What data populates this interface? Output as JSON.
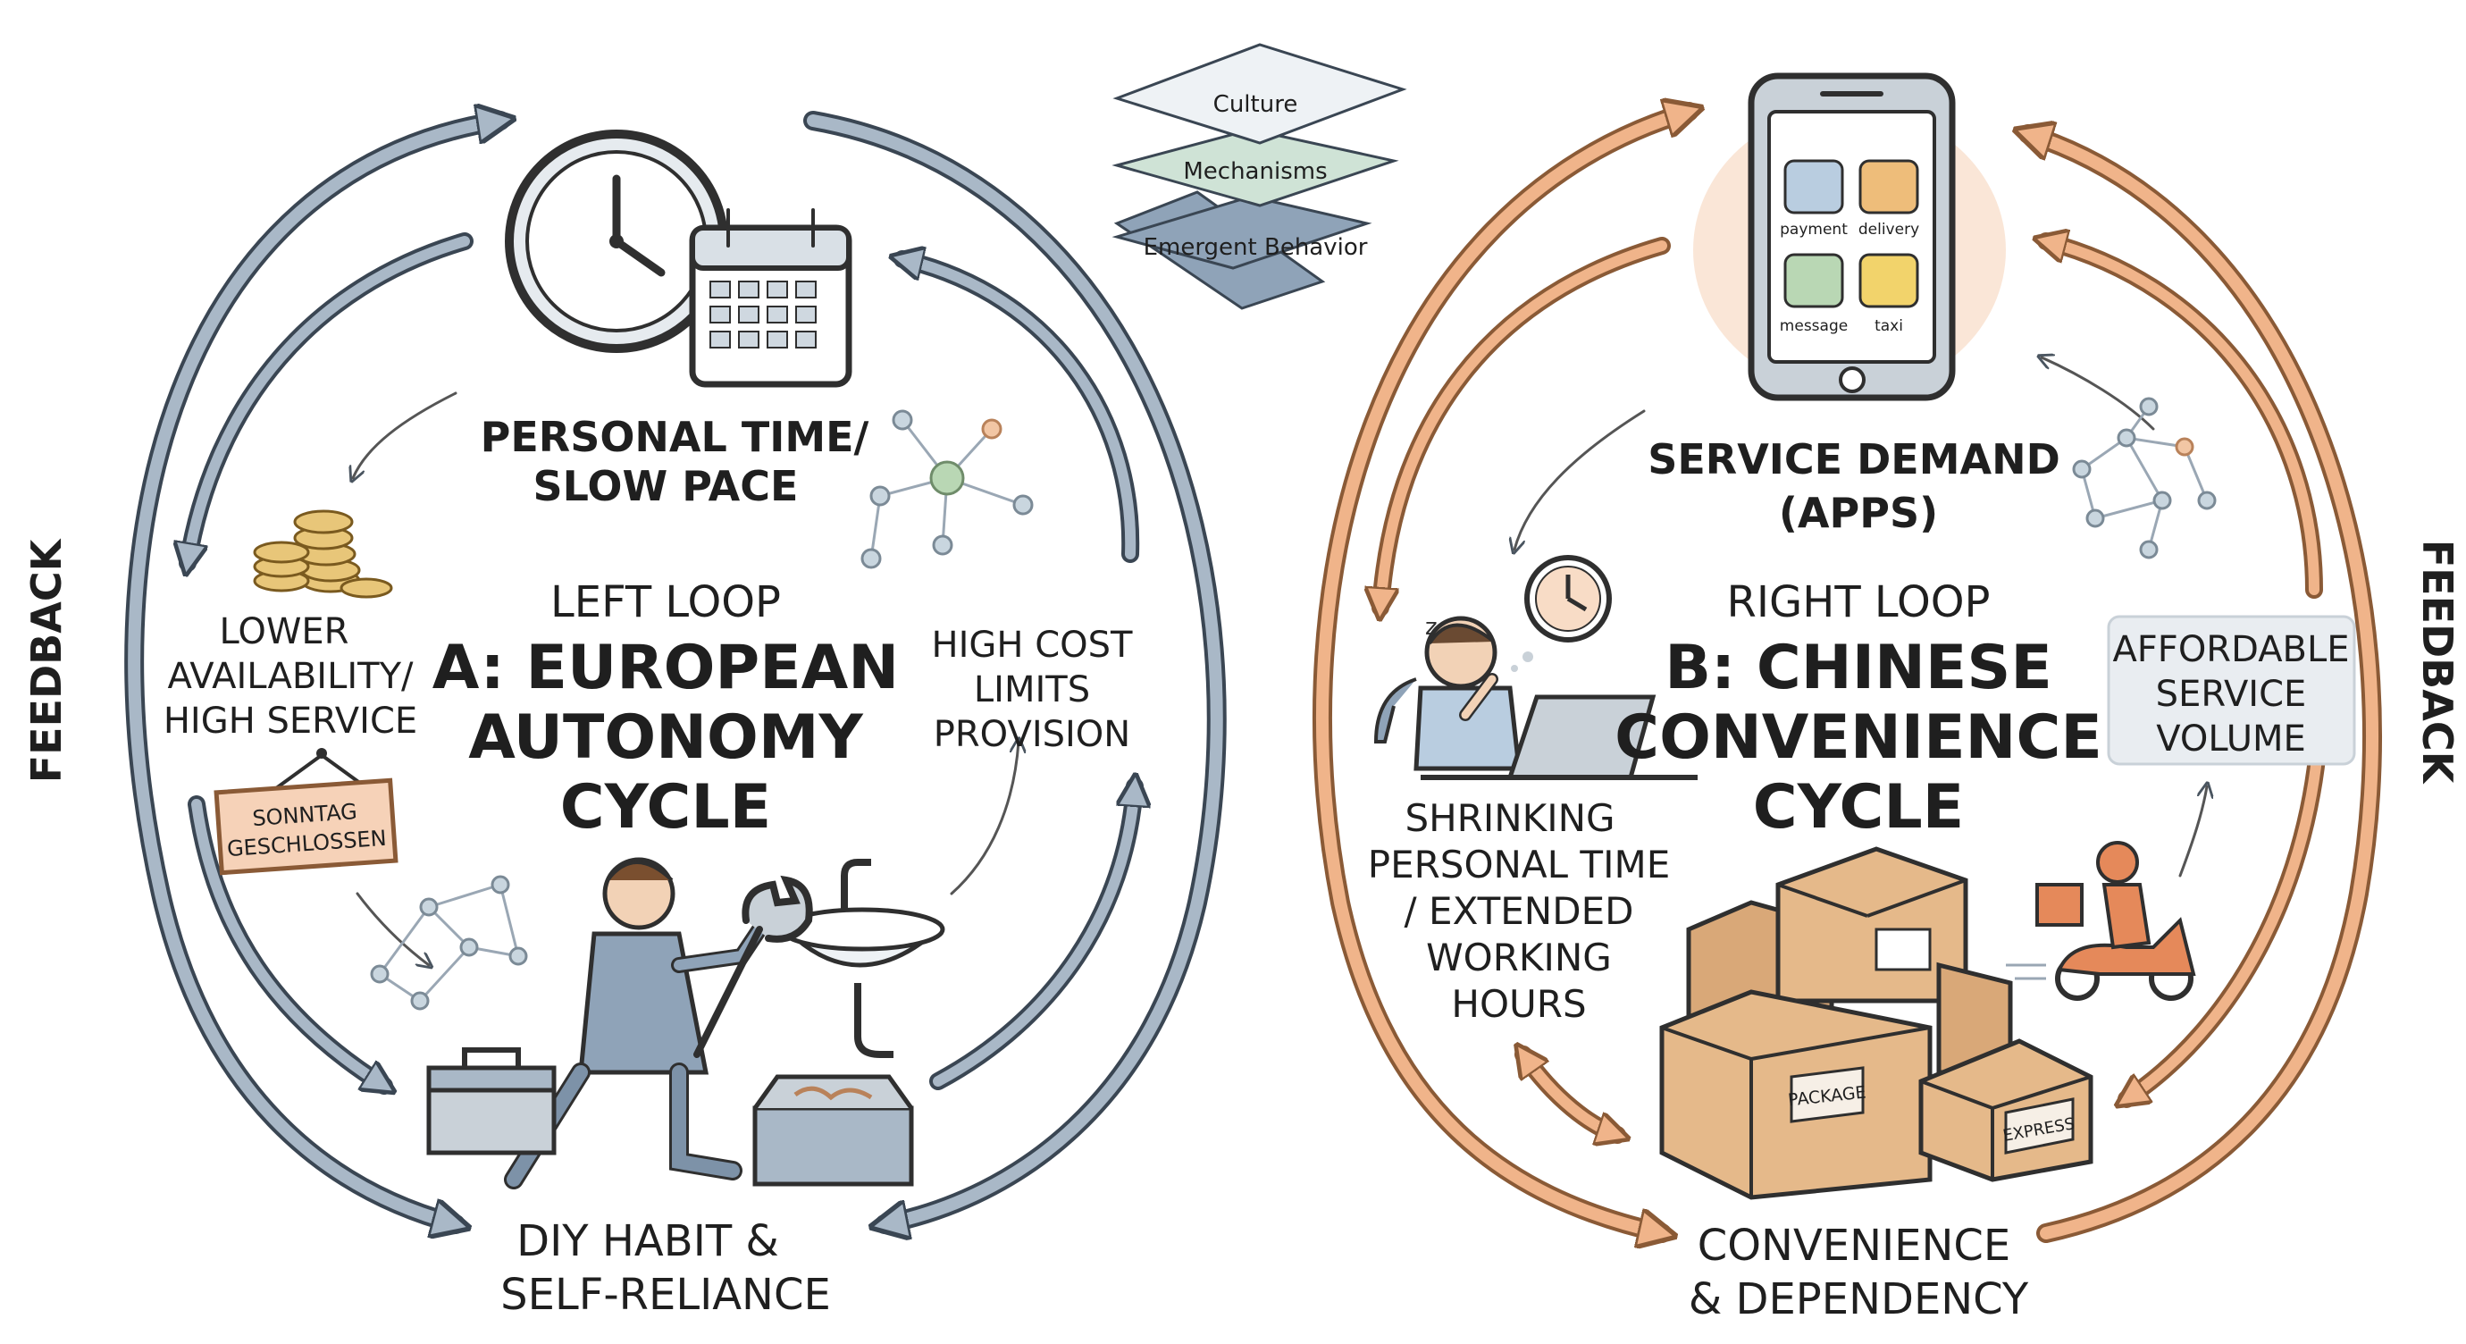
{
  "layers": {
    "culture": "Culture",
    "mechanisms": "Mechanisms",
    "emergent": "Emergent Behavior"
  },
  "feedback_label": "FEEDBACK",
  "left_loop": {
    "title_line1": "LEFT LOOP",
    "title_line2": "A: EUROPEAN",
    "title_line3": "AUTONOMY",
    "title_line4": "CYCLE",
    "top_line1": "PERSONAL TIME/",
    "top_line2": "SLOW PACE",
    "left_line1": "LOWER",
    "left_line2": "AVAILABILITY/",
    "left_line3": "HIGH SERVICE",
    "sign_line1": "SONNTAG",
    "sign_line2": "GESCHLOSSEN",
    "right_line1": "HIGH COST",
    "right_line2": "LIMITS",
    "right_line3": "PROVISION",
    "bottom_line1": "DIY HABIT &",
    "bottom_line2": "SELF-RELIANCE"
  },
  "right_loop": {
    "title_line1": "RIGHT LOOP",
    "title_line2": "B: CHINESE",
    "title_line3": "CONVENIENCE",
    "title_line4": "CYCLE",
    "top_line1": "SERVICE DEMAND",
    "top_line2": "(APPS)",
    "left_line1": "SHRINKING",
    "left_line2": "PERSONAL TIME",
    "left_line3": "/ EXTENDED",
    "left_line4": "WORKING",
    "left_line5": "HOURS",
    "right_line1": "AFFORDABLE",
    "right_line2": "SERVICE",
    "right_line3": "VOLUME",
    "bottom_line1": "CONVENIENCE",
    "bottom_line2": "& DEPENDENCY"
  },
  "phone_apps": {
    "payment": "payment",
    "delivery": "delivery",
    "message": "message",
    "taxi": "taxi"
  },
  "box_labels": {
    "package": "PACKAGE",
    "express": "EXPRESS"
  },
  "colors": {
    "left_arrow": "#a9b8c7",
    "left_arrow_stroke": "#3a4653",
    "right_arrow": "#f0b48a",
    "right_arrow_stroke": "#8a5a36",
    "layer_culture": "#eef2f5",
    "layer_mechanisms": "#cfe3d6",
    "layer_emergent": "#8fa3b8"
  }
}
